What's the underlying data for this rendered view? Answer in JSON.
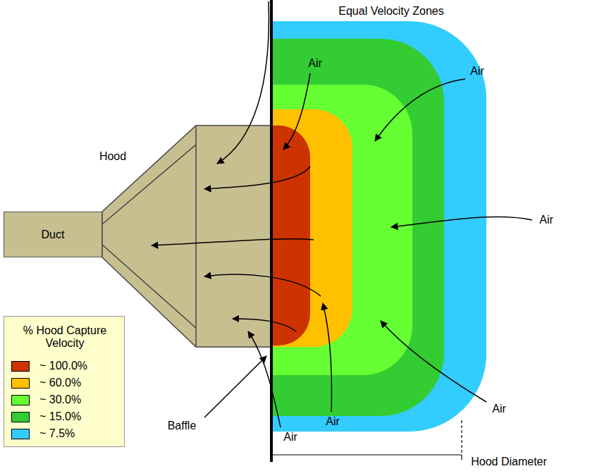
{
  "diagram": {
    "nodes": [
      {
        "text": [
          "Duct"
        ]
      }
    ],
    "labels": [
      "Equal Velocity Zones",
      "Air",
      "Air",
      "Air",
      "Air",
      "Air",
      "Air",
      "Hood",
      "Baffle",
      "Hood Diameter",
      "% Hood Capture Velocity"
    ],
    "legend": [
      {
        "text": "~ 100.0%",
        "color": "#cc3300"
      },
      {
        "text": "~ 60.0%",
        "color": "#ffc000"
      },
      {
        "text": "~ 30.0%",
        "color": "#66ff33"
      },
      {
        "text": "~ 15.0%",
        "color": "#33cc33"
      },
      {
        "text": "~ 7.5%",
        "color": "#33ccff"
      }
    ]
  }
}
